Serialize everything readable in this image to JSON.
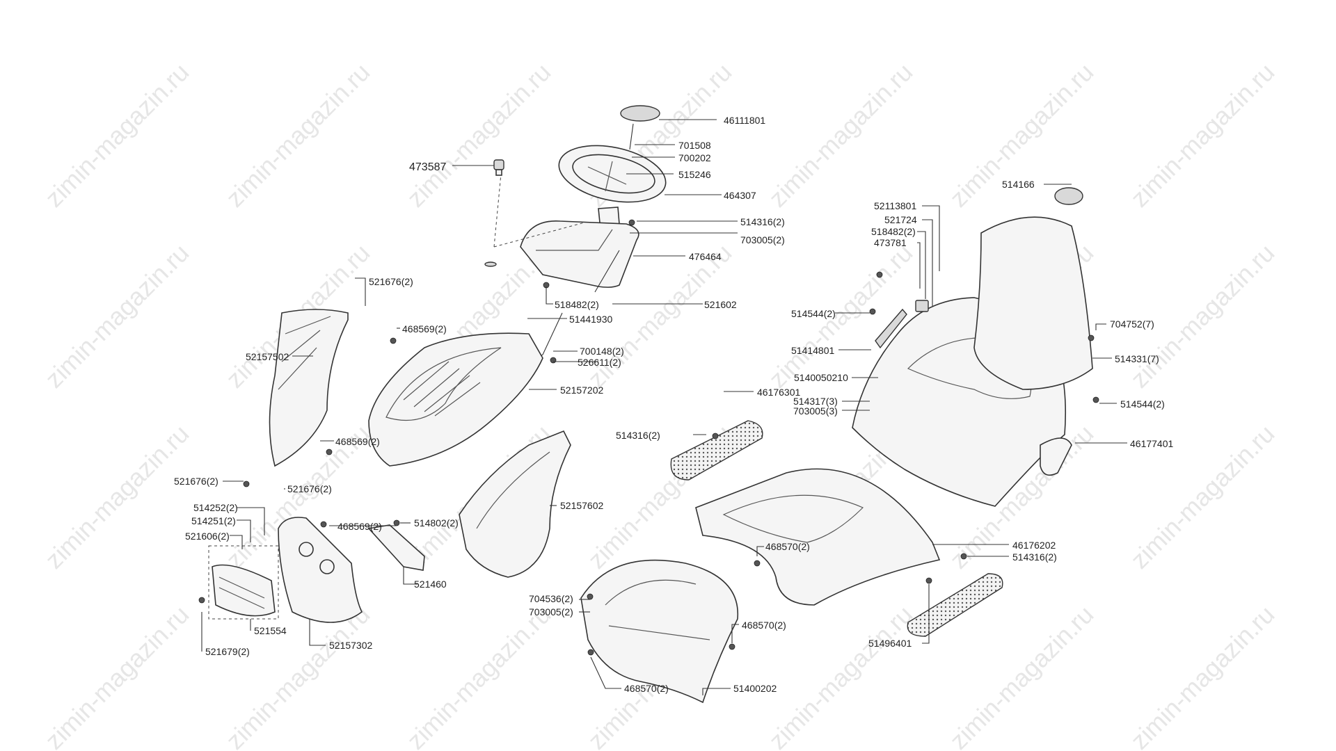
{
  "watermark": "zimin-magazin.ru",
  "labels": {
    "l46111801": "46111801",
    "l701508": "701508",
    "l700202": "700202",
    "l473587": "473587",
    "l515246": "515246",
    "l464307": "464307",
    "l514316a": "514316(2)",
    "l703005a": "703005(2)",
    "l476464": "476464",
    "l518482a": "518482(2)",
    "l521602": "521602",
    "l521676a": "521676(2)",
    "l468569a": "468569(2)",
    "l51441930": "51441930",
    "l52157502": "52157502",
    "l700148": "700148(2)",
    "l526611": "526611(2)",
    "l52157202": "52157202",
    "l468569b": "468569(2)",
    "l521676b": "521676(2)",
    "l521676c": "521676(2)",
    "l514252": "514252(2)",
    "l514251": "514251(2)",
    "l521606": "521606(2)",
    "l468569c": "468569(2)",
    "l514802": "514802(2)",
    "l52157602": "52157602",
    "l521460": "521460",
    "l521554": "521554",
    "l52157302": "52157302",
    "l521679": "521679(2)",
    "l704536": "704536(2)",
    "l703005b": "703005(2)",
    "l468570a": "468570(2)",
    "l468570b": "468570(2)",
    "l468570c": "468570(2)",
    "l51400202": "51400202",
    "l514166": "514166",
    "l52113801": "52113801",
    "l521724": "521724",
    "l518482b": "518482(2)",
    "l473781": "473781",
    "l514544a": "514544(2)",
    "l51414801": "51414801",
    "l5140050210": "5140050210",
    "l704752": "704752(7)",
    "l514331": "514331(7)",
    "l46176301": "46176301",
    "l514317": "514317(3)",
    "l703005c": "703005(3)",
    "l514544b": "514544(2)",
    "l514316b": "514316(2)",
    "l46177401": "46177401",
    "l46176202": "46176202",
    "l514316c": "514316(2)",
    "l51496401": "51496401"
  }
}
